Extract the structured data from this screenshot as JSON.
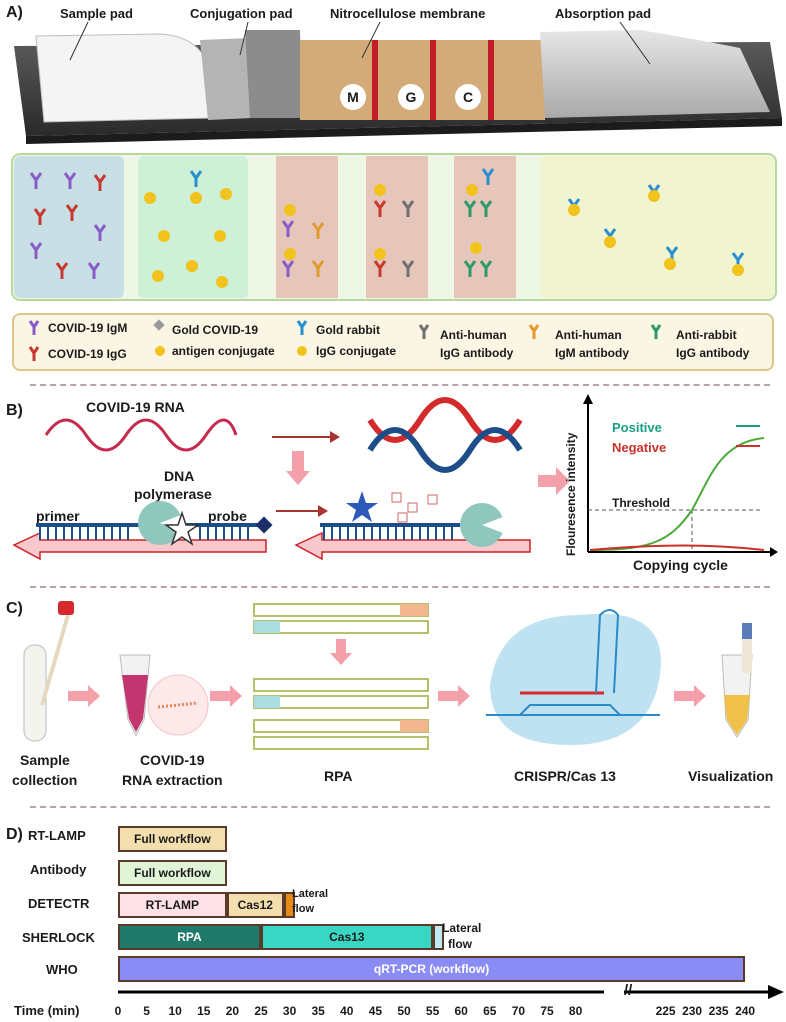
{
  "panelA": {
    "letter": "A)",
    "labels": {
      "sample_pad": "Sample pad",
      "conjugation_pad": "Conjugation pad",
      "membrane": "Nitrocellulose membrane",
      "absorption_pad": "Absorption pad"
    },
    "lines": [
      "M",
      "G",
      "C"
    ],
    "legend": [
      {
        "text": "COVID-19 IgM",
        "icon": "antibody-icon-purple",
        "color": "#8a5cc8"
      },
      {
        "text": "COVID-19 IgG",
        "icon": "antibody-icon-red",
        "color": "#c8382e"
      },
      {
        "line1": "Gold COVID-19",
        "line2": "antigen conjugate",
        "icon": "gold-antigen-icon"
      },
      {
        "line1": "Gold rabbit",
        "line2": "IgG conjugate",
        "icon": "gold-rabbit-igg-icon"
      },
      {
        "line1": "Anti-human",
        "line2": "IgG antibody",
        "icon": "antibody-icon-gray",
        "color": "#707070"
      },
      {
        "line1": "Anti-human",
        "line2": "IgM antibody",
        "icon": "antibody-icon-orange",
        "color": "#e39a2d"
      },
      {
        "line1": "Anti-rabbit",
        "line2": "IgG antibody",
        "icon": "antibody-icon-green",
        "color": "#2e9a6a"
      }
    ]
  },
  "panelB": {
    "letter": "B)",
    "rna_label": "COVID-19 RNA",
    "polymerase_line1": "DNA",
    "polymerase_line2": "polymerase",
    "primer": "primer",
    "probe": "probe",
    "chart": {
      "ylabel": "Flouresence intensity",
      "xlabel": "Copying cycle",
      "threshold": "Threshold",
      "legend_positive": "Positive",
      "legend_negative": "Negative",
      "positive_color": "#1aa08a",
      "negative_color": "#c83228"
    }
  },
  "panelC": {
    "letter": "C)",
    "steps": [
      {
        "line1": "Sample",
        "line2": "collection"
      },
      {
        "line1": "COVID-19",
        "line2": "RNA extraction"
      },
      {
        "line1": "RPA",
        "line2": ""
      },
      {
        "line1": "CRISPR/Cas 13",
        "line2": ""
      },
      {
        "line1": "Visualization",
        "line2": ""
      }
    ]
  },
  "panelD": {
    "letter": "D)",
    "rows": [
      {
        "name": "RT-LAMP",
        "segments": [
          {
            "label": "Full workflow",
            "start": 0,
            "end": 19,
            "color": "#f3dfae"
          }
        ]
      },
      {
        "name": "Antibody",
        "segments": [
          {
            "label": "Full workflow",
            "start": 0,
            "end": 19,
            "color": "#dff5d6"
          }
        ]
      },
      {
        "name": "DETECTR",
        "segments": [
          {
            "label": "RT-LAMP",
            "start": 0,
            "end": 19,
            "color": "#fde1e6"
          },
          {
            "label": "Cas12",
            "start": 19,
            "end": 29,
            "color": "#f3dfae"
          },
          {
            "label": "",
            "start": 29,
            "end": 31,
            "color": "#e88a1a"
          }
        ],
        "note1": "Lateral",
        "note2": "flow"
      },
      {
        "name": "SHERLOCK",
        "segments": [
          {
            "label": "RPA",
            "start": 0,
            "end": 25,
            "color": "#1f7a6a"
          },
          {
            "label": "Cas13",
            "start": 25,
            "end": 55,
            "color": "#3ad6c4"
          },
          {
            "label": "",
            "start": 55,
            "end": 57,
            "color": "#bfe9f3"
          }
        ],
        "note1": "Lateral",
        "note2": "flow"
      },
      {
        "name": "WHO",
        "segments": [
          {
            "label": "qRT-PCR (workflow)",
            "start": 0,
            "end": 240,
            "color": "#8a8cf5"
          }
        ]
      }
    ],
    "axis_label": "Time (min)",
    "ticks": [
      "0",
      "5",
      "10",
      "15",
      "20",
      "25",
      "30",
      "35",
      "40",
      "45",
      "50",
      "55",
      "60",
      "65",
      "70",
      "75",
      "80",
      "225",
      "230",
      "235",
      "240"
    ],
    "break_mark": "//"
  }
}
